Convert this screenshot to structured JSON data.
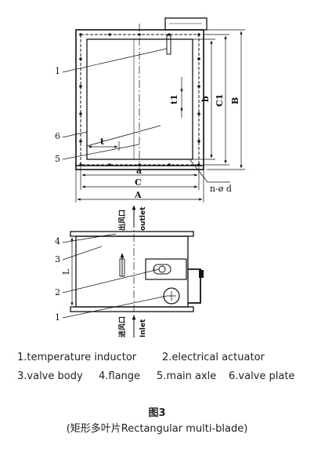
{
  "top_view": {
    "callouts": [
      "1",
      "6",
      "5"
    ],
    "dims": {
      "t1": "t1",
      "b": "b",
      "C1": "C1",
      "B": "B",
      "t": "t",
      "a": "a",
      "C": "C",
      "A": "A",
      "holes": "n-ø d"
    }
  },
  "side_view": {
    "outlet_cn": "出风口",
    "outlet_en": "outlet",
    "inlet_cn": "进风口",
    "inlet_en": "Inlet",
    "L": "L",
    "callouts": [
      "4",
      "3",
      "2",
      "1"
    ]
  },
  "legend": {
    "row1": [
      "1.temperature inductor",
      "2.electrical actuator"
    ],
    "row2": [
      "3.valve body",
      "4.flange",
      "5.main axle",
      "6.valve plate"
    ]
  },
  "figure_number": "图3",
  "caption": "(矩形多叶片Rectangular multi-blade)"
}
